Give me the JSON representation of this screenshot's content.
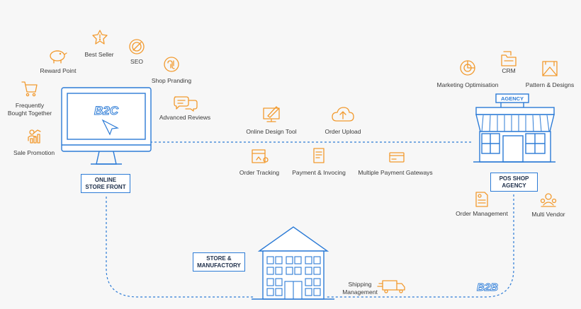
{
  "colors": {
    "blue": "#2c7bd6",
    "orange": "#f29a2e",
    "text": "#3a3a3a",
    "background": "#f7f7f7"
  },
  "b2c": {
    "screen_text": "B2C",
    "badge": {
      "line1": "ONLINE",
      "line2": "STORE FRONT"
    },
    "features": [
      {
        "label": "Best Seller",
        "icon": "star-badge-icon"
      },
      {
        "label": "SEO",
        "icon": "seo-target-icon"
      },
      {
        "label": "Reward Point",
        "icon": "piggy-bank-icon"
      },
      {
        "label": "Shop Pranding",
        "icon": "brand-logo-icon"
      },
      {
        "line1": "Frequently",
        "line2": "Bought Together",
        "icon": "shopping-cart-icon"
      },
      {
        "label": "Advanced Reviews",
        "icon": "chat-bubbles-icon"
      },
      {
        "label": "Sale Promotion",
        "icon": "person-chart-icon"
      }
    ]
  },
  "middle": [
    {
      "label": "Online Design Tool",
      "icon": "design-monitor-icon"
    },
    {
      "label": "Order Upload",
      "icon": "cloud-upload-icon"
    },
    {
      "label": "Order Tracking",
      "icon": "order-tracking-icon"
    },
    {
      "label": "Payment & Invocing",
      "icon": "invoice-icon"
    },
    {
      "label": "Multiple Payment Gateways",
      "icon": "credit-card-icon"
    }
  ],
  "agency": {
    "sign": "AGENCY",
    "badge": {
      "line1": "POS SHOP",
      "line2": "AGENCY"
    },
    "features": [
      {
        "label": "Marketing Optimisation",
        "icon": "marketing-chart-icon"
      },
      {
        "label": "CRM",
        "icon": "crm-folder-icon"
      },
      {
        "label": "Pattern & Designs",
        "icon": "pattern-design-icon"
      },
      {
        "label": "Order Management",
        "icon": "order-document-icon"
      },
      {
        "label": "Multi Vendor",
        "icon": "multi-vendor-icon"
      }
    ]
  },
  "factory": {
    "badge": {
      "line1": "STORE &",
      "line2": "MANUFACTORY"
    },
    "shipping": {
      "line1": "Shipping",
      "line2": "Management",
      "icon": "delivery-truck-icon"
    },
    "b2b_label": "B2B"
  }
}
